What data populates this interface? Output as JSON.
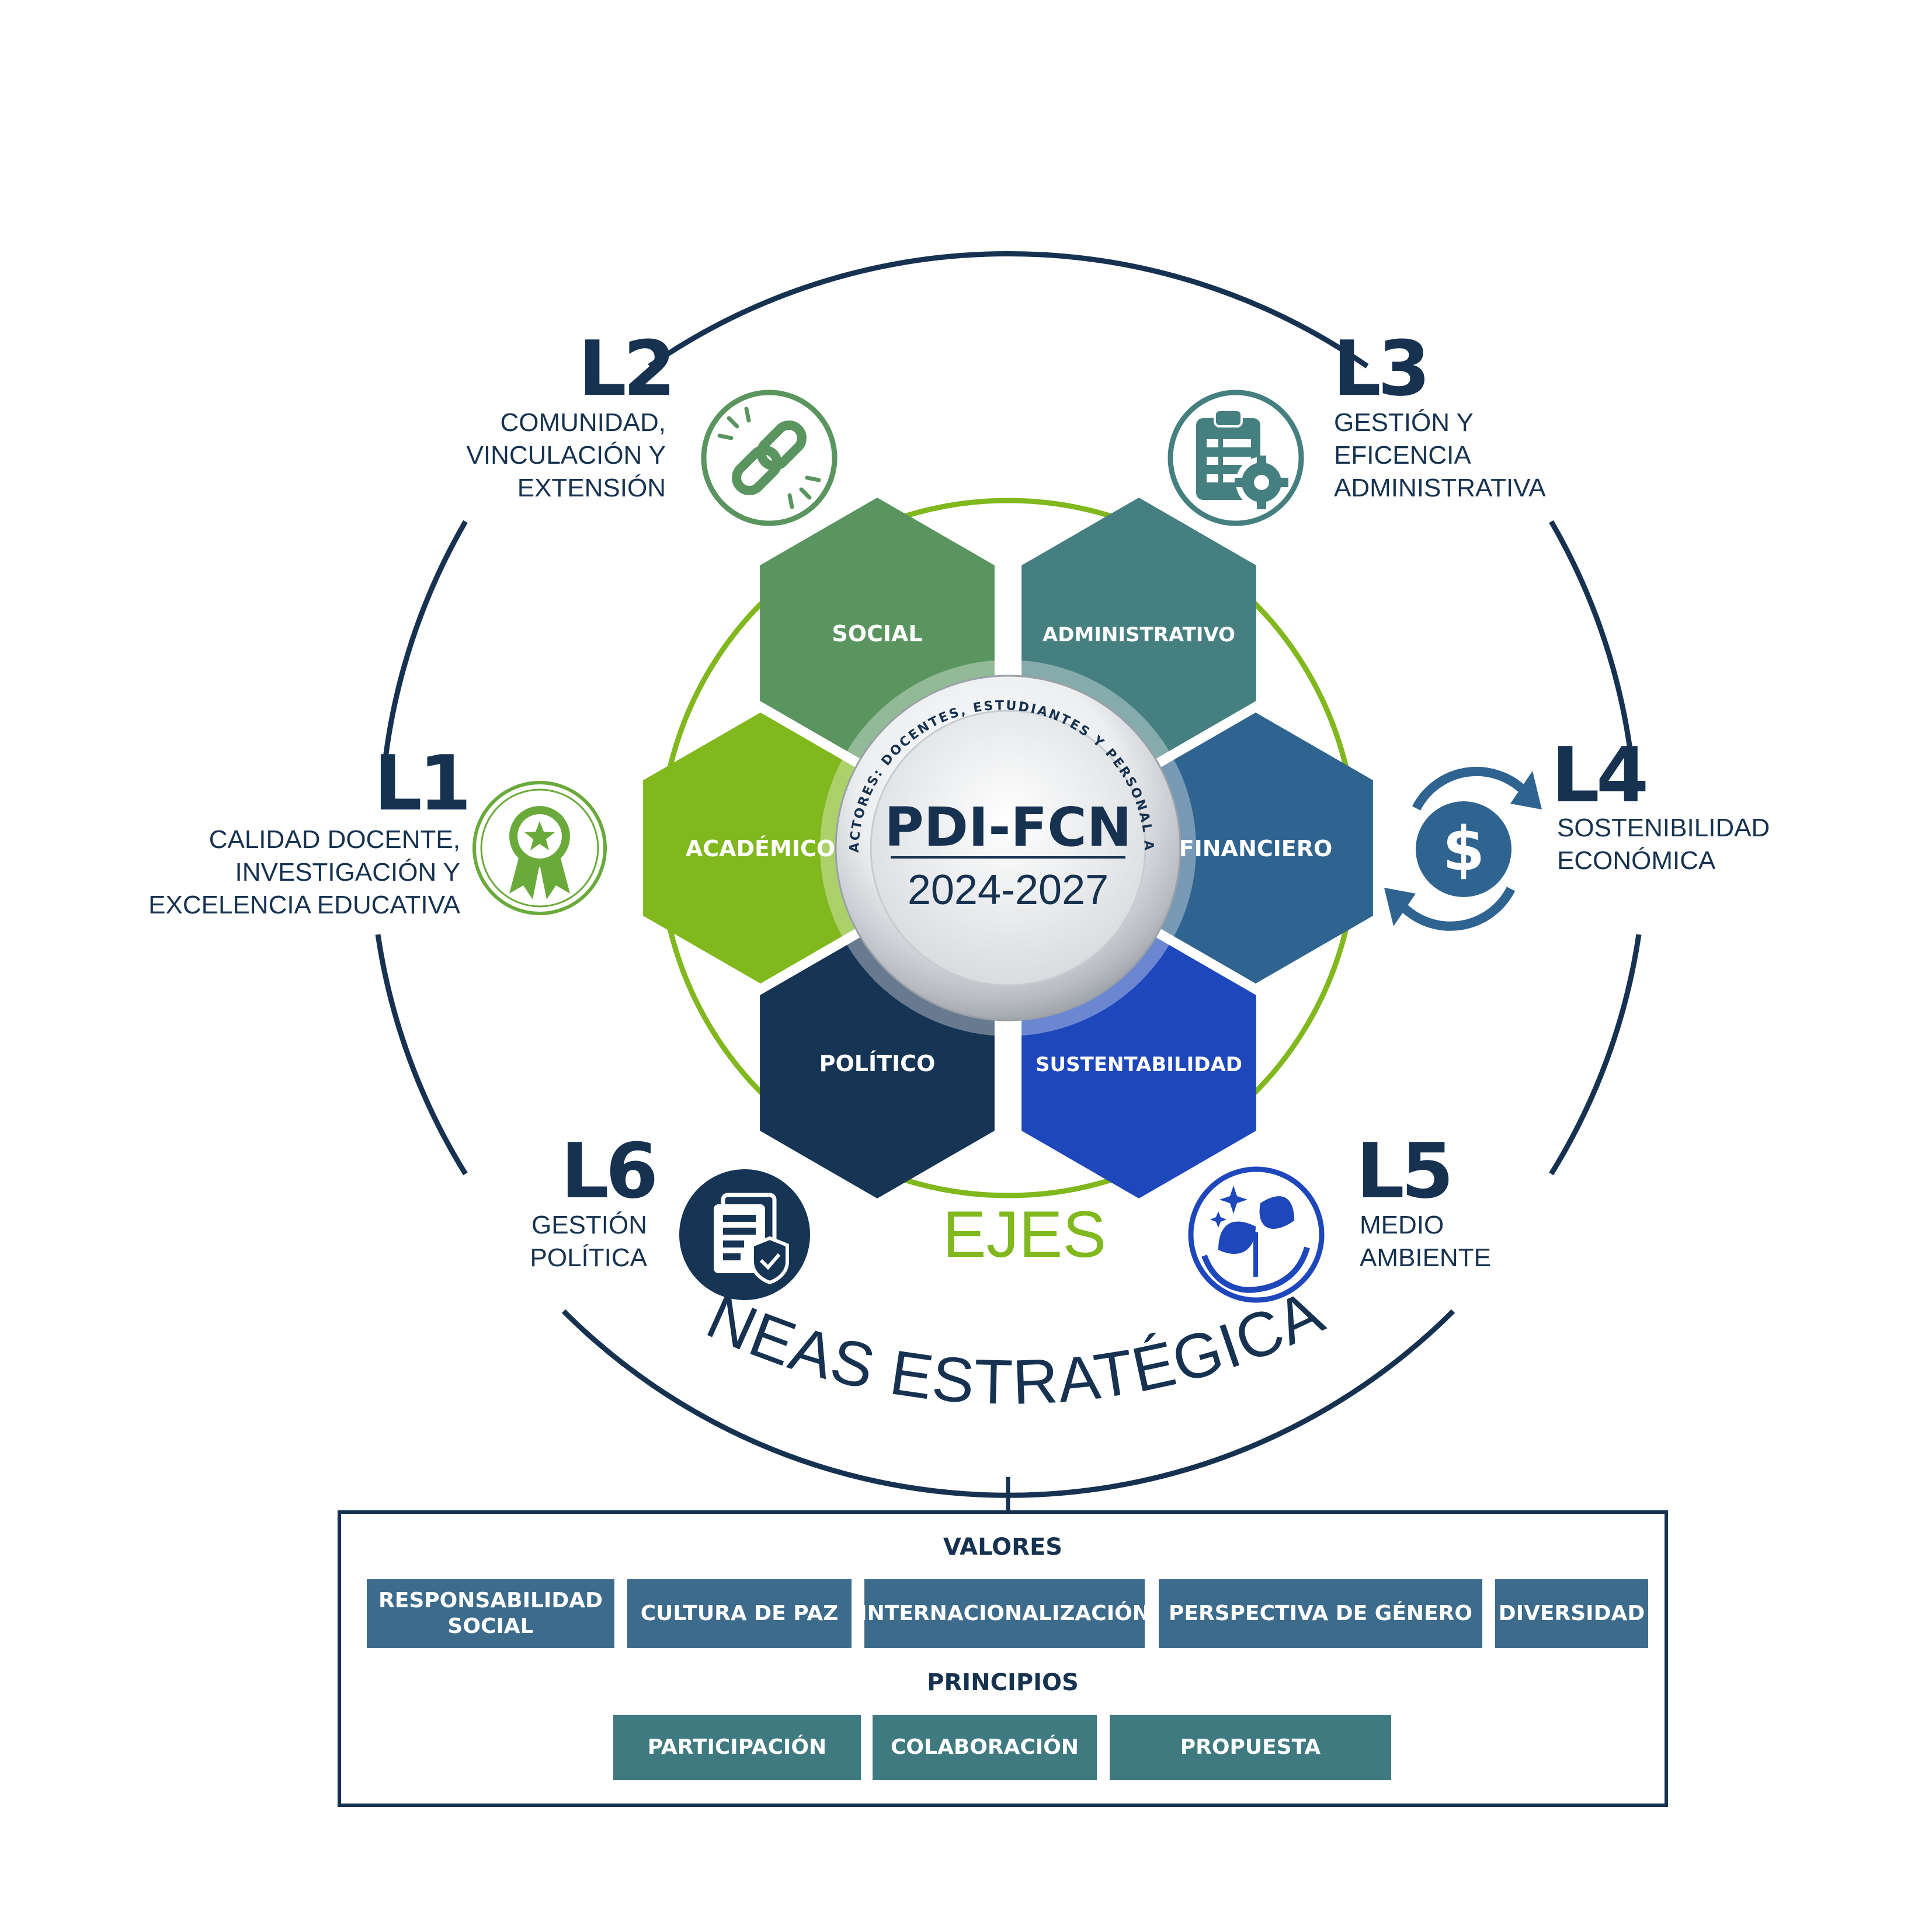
{
  "center": {
    "title": "PDI-FCN",
    "years": "2024-2027",
    "ring_text": "ACTORES: DOCENTES, ESTUDIANTES Y PERSONAL ADMINISTRATIVO."
  },
  "ejes_label": "EJES",
  "lineas_label": "LINEAS ESTRATÉGICAS",
  "ejes": [
    {
      "label": "SOCIAL",
      "color": "#5a9560"
    },
    {
      "label": "ADMINISTRATIVO",
      "color": "#457f80"
    },
    {
      "label": "ACADÉMICO",
      "color": "#80b81d"
    },
    {
      "label": "FINANCIERO",
      "color": "#2f6390"
    },
    {
      "label": "POLÍTICO",
      "color": "#163453"
    },
    {
      "label": "SUSTENTABILIDAD",
      "color": "#1e47bb"
    }
  ],
  "lineas": [
    {
      "code": "L1",
      "desc": "CALIDAD DOCENTE,\nINVESTIGACIÓN Y\nEXCELENCIA EDUCATIVA",
      "icon": "award-ribbon-icon",
      "color": "#6aaa3a"
    },
    {
      "code": "L2",
      "desc": "COMUNIDAD,\nVINCULACIÓN Y\nEXTENSIÓN",
      "icon": "chain-link-icon",
      "color": "#5a9560"
    },
    {
      "code": "L3",
      "desc": "GESTIÓN Y\nEFICENCIA\nADMINISTRATIVA",
      "icon": "clipboard-gear-icon",
      "color": "#457f80"
    },
    {
      "code": "L4",
      "desc": "SOSTENIBILIDAD\nECONÓMICA",
      "icon": "dollar-cycle-icon",
      "color": "#2f6390"
    },
    {
      "code": "L5",
      "desc": "MEDIO\nAMBIENTE",
      "icon": "leaf-sparkle-icon",
      "color": "#1e47bb"
    },
    {
      "code": "L6",
      "desc": "GESTIÓN\nPOLÍTICA",
      "icon": "document-shield-icon",
      "color": "#163453"
    }
  ],
  "valores": {
    "title": "VALORES",
    "items": [
      "RESPONSABILIDAD\nSOCIAL",
      "CULTURA DE PAZ",
      "INTERNACIONALIZACIÓN",
      "PERSPECTIVA DE GÉNERO",
      "DIVERSIDAD"
    ]
  },
  "principios": {
    "title": "PRINCIPIOS",
    "items": [
      "PARTICIPACIÓN",
      "COLABORACIÓN",
      "PROPUESTA"
    ]
  },
  "colors": {
    "navy": "#163250",
    "green": "#80b81d"
  }
}
